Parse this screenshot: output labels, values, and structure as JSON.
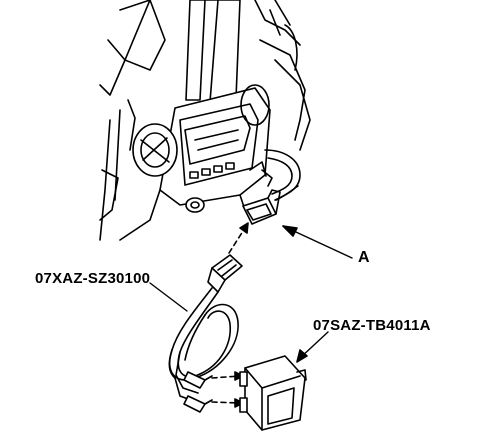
{
  "labels": {
    "callout_a": "A",
    "cable_part_number": "07XAZ-SZ30100",
    "box_part_number": "07SAZ-TB4011A"
  },
  "colors": {
    "line": "#000000",
    "background": "#ffffff"
  }
}
